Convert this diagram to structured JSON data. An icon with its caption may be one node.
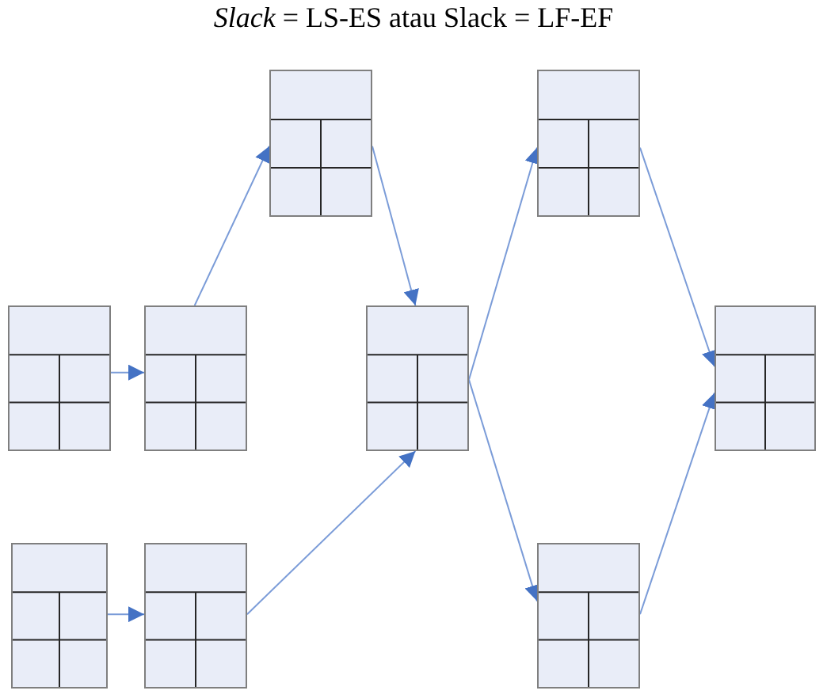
{
  "diagram": {
    "title": "*Slack* = LS-ES atau Slack = LF-EF",
    "nodes": [
      {
        "text": [],
        "shape": "box"
      },
      {
        "text": [],
        "shape": "box"
      },
      {
        "text": [],
        "shape": "box"
      },
      {
        "text": [],
        "shape": "box"
      },
      {
        "text": [],
        "shape": "box"
      },
      {
        "text": [],
        "shape": "box"
      },
      {
        "text": [],
        "shape": "box"
      },
      {
        "text": [],
        "shape": "box"
      },
      {
        "text": [],
        "shape": "box"
      }
    ],
    "edges": [
      {
        "from": 2,
        "to": 3,
        "arrow": "to"
      },
      {
        "from": 3,
        "to": 0,
        "arrow": "to"
      },
      {
        "from": 0,
        "to": 4,
        "arrow": "to"
      },
      {
        "from": 4,
        "to": 1,
        "arrow": "to"
      },
      {
        "from": 4,
        "to": 8,
        "arrow": "to"
      },
      {
        "from": 1,
        "to": 5,
        "arrow": "to"
      },
      {
        "from": 8,
        "to": 5,
        "arrow": "to"
      },
      {
        "from": 6,
        "to": 7,
        "arrow": "to"
      },
      {
        "from": 7,
        "to": 4,
        "arrow": "to"
      }
    ]
  }
}
